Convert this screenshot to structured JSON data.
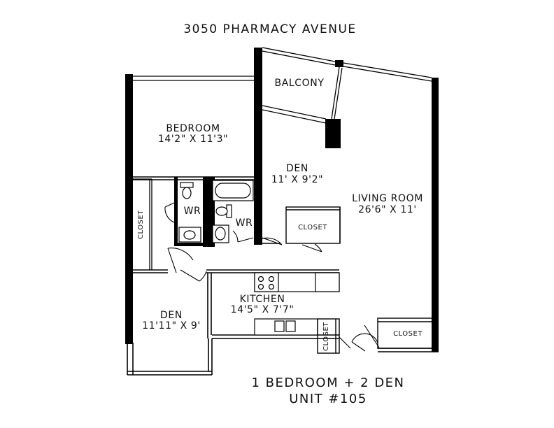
{
  "title": "3050 PHARMACY AVENUE",
  "rooms": {
    "balcony": {
      "name": "BALCONY"
    },
    "bedroom": {
      "name": "BEDROOM",
      "dims": "14'2\" X 11'3\""
    },
    "den_top": {
      "name": "DEN",
      "dims": "11' X 9'2\""
    },
    "living_room": {
      "name": "LIVING ROOM",
      "dims": "26'6\" X 11'"
    },
    "den_bottom": {
      "name": "DEN",
      "dims": "11'11\" X 9'"
    },
    "kitchen": {
      "name": "KITCHEN",
      "dims": "14'5\" X 7'7\""
    },
    "wr_left": {
      "name": "WR"
    },
    "wr_right": {
      "name": "WR"
    },
    "closet_vertical_left": {
      "name": "CLOSET"
    },
    "closet_den": {
      "name": "CLOSET"
    },
    "closet_kitchen": {
      "name": "CLOSET"
    },
    "closet_entry": {
      "name": "CLOSET"
    }
  },
  "footer": {
    "line1": "1 BEDROOM + 2 DEN",
    "line2": "UNIT #105"
  }
}
